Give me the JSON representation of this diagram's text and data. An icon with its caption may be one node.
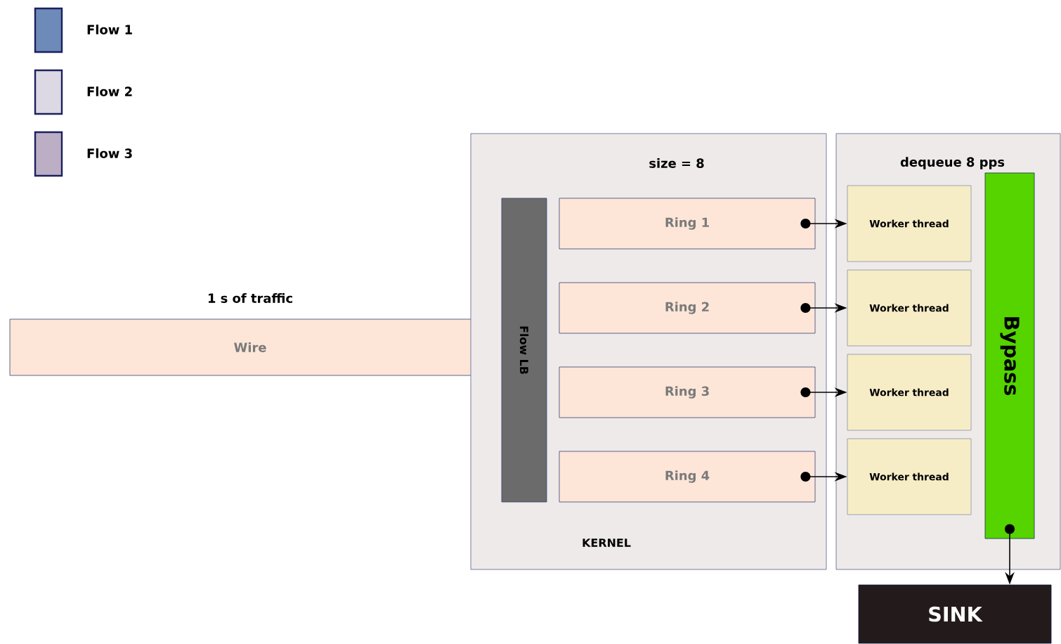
{
  "diagram": {
    "nodes": [
      {
        "text": [
          "1 s of traffic",
          "Wire"
        ]
      },
      {
        "text": [
          "size = 8",
          "KERNEL"
        ]
      },
      {
        "text": [
          "Flow LB"
        ],
        "in": 1
      },
      {
        "text": [
          "Ring 1"
        ],
        "in": 1
      },
      {
        "text": [
          "Ring 2"
        ],
        "in": 1
      },
      {
        "text": [
          "Ring 3"
        ],
        "in": 1
      },
      {
        "text": [
          "Ring 4"
        ],
        "in": 1
      },
      {
        "text": [
          "dequeue 8 pps"
        ]
      },
      {
        "text": [
          "Worker thread"
        ],
        "in": 7
      },
      {
        "text": [
          "Worker thread"
        ],
        "in": 7
      },
      {
        "text": [
          "Worker thread"
        ],
        "in": 7
      },
      {
        "text": [
          "Worker thread"
        ],
        "in": 7
      },
      {
        "text": [
          "Bypass"
        ],
        "in": 7
      },
      {
        "text": [
          "SINK"
        ]
      }
    ],
    "edges": [
      {
        "from": 3,
        "to": 8,
        "arrow": "to"
      },
      {
        "from": 4,
        "to": 9,
        "arrow": "to"
      },
      {
        "from": 5,
        "to": 10,
        "arrow": "to"
      },
      {
        "from": 6,
        "to": 11,
        "arrow": "to"
      },
      {
        "from": 12,
        "to": 13,
        "arrow": "to"
      }
    ],
    "legend": [
      {
        "text": "Flow 1",
        "color": "#6d8ab8"
      },
      {
        "text": "Flow 2",
        "color": "#dcd8e4"
      },
      {
        "text": "Flow 3",
        "color": "#bcaec4"
      }
    ]
  }
}
